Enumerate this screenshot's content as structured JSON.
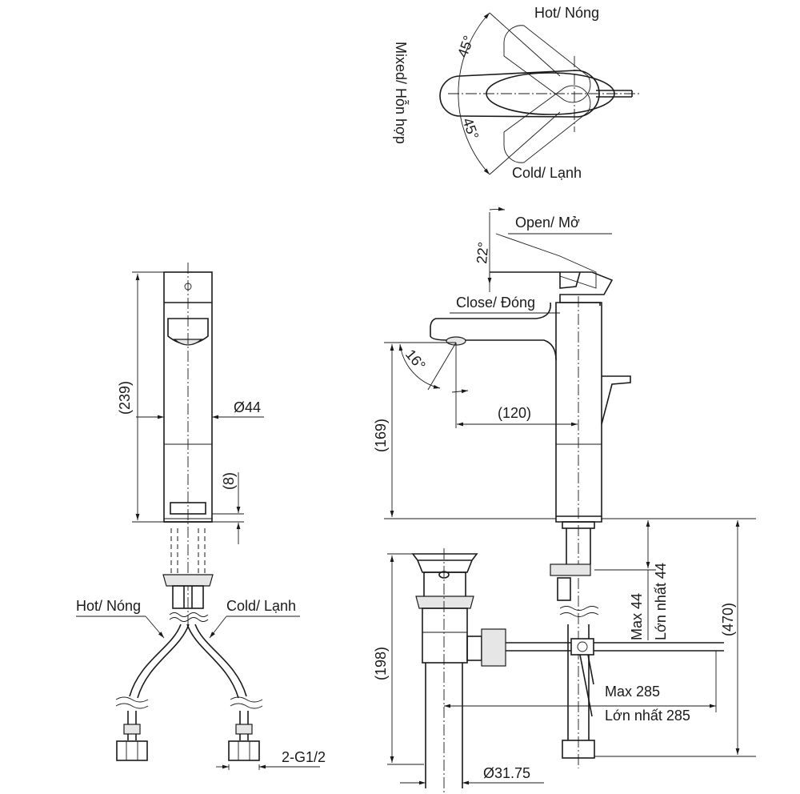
{
  "top_view": {
    "hot_label": "Hot/ Nóng",
    "cold_label": "Cold/ Lạnh",
    "mixed_label": "Mixed/ Hỗn hợp",
    "angle_upper": "45°",
    "angle_lower": "45°"
  },
  "front_view": {
    "height_total": "(239)",
    "diameter_body": "Ø44",
    "base_offset": "(8)",
    "hot_label": "Hot/ Nóng",
    "cold_label": "Cold/ Lạnh",
    "thread": "2-G1/2"
  },
  "side_view": {
    "open_label": "Open/ Mở",
    "close_label": "Close/ Đóng",
    "lever_angle": "22°",
    "spout_angle": "16°",
    "spout_reach": "(120)",
    "spout_height": "(169)",
    "drain_height": "(198)",
    "total_height": "(470)",
    "max_44_en": "Max 44",
    "max_44_vi": "Lớn nhất 44",
    "max_285_en": "Max 285",
    "max_285_vi": "Lớn nhất 285",
    "drain_diameter": "Ø31.75"
  }
}
